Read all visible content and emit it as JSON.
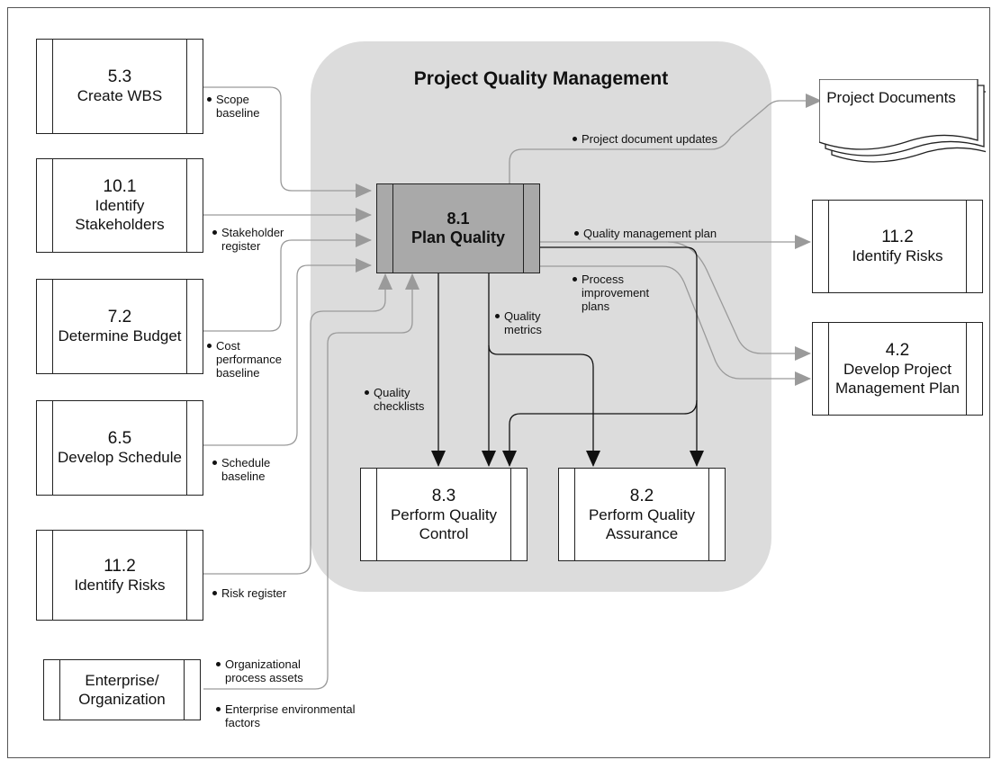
{
  "diagram": {
    "region_title": "Project Quality Management",
    "center_process": {
      "number": "8.1",
      "name": "Plan Quality"
    },
    "inputs": [
      {
        "number": "5.3",
        "name": "Create WBS",
        "flows": [
          "Scope baseline"
        ]
      },
      {
        "number": "10.1",
        "name": "Identify Stakeholders",
        "flows": [
          "Stakeholder register"
        ]
      },
      {
        "number": "7.2",
        "name": "Determine Budget",
        "flows": [
          "Cost performance baseline"
        ]
      },
      {
        "number": "6.5",
        "name": "Develop Schedule",
        "flows": [
          "Schedule baseline"
        ]
      },
      {
        "number": "11.2",
        "name": "Identify Risks",
        "flows": [
          "Risk register"
        ]
      },
      {
        "number": "",
        "name": "Enterprise/ Organization",
        "flows": [
          "Organizational process assets",
          "Enterprise environmental factors"
        ]
      }
    ],
    "outputs": [
      {
        "number": "",
        "name": "Project Documents",
        "flow": "Project document updates"
      },
      {
        "number": "11.2",
        "name": "Identify Risks",
        "flow": "Quality management plan"
      },
      {
        "number": "4.2",
        "name": "Develop Project Management Plan",
        "flow": "Process improvement plans"
      }
    ],
    "internal": [
      {
        "number": "8.3",
        "name": "Perform Quality Control"
      },
      {
        "number": "8.2",
        "name": "Perform Quality Assurance"
      }
    ],
    "internal_flows": [
      "Quality metrics",
      "Quality checklists"
    ]
  }
}
